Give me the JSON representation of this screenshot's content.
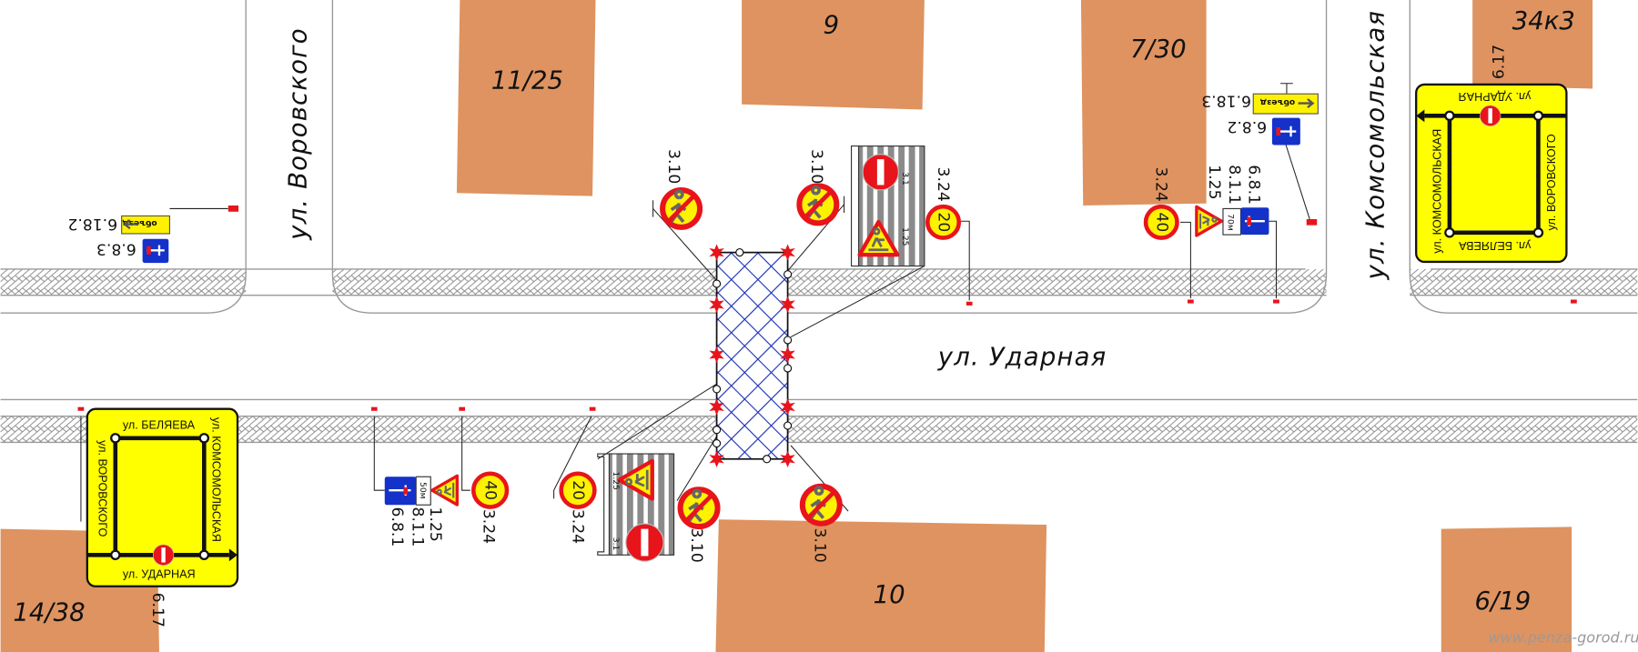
{
  "colors": {
    "building": "#DE9360",
    "work_zone": "#1B2FB5",
    "sign_red": "#E8141B",
    "sign_yellow": "#FFF200",
    "sign_blue": "#1431C9",
    "detour_yellow": "#FFFF00"
  },
  "streets": {
    "vorovskogo": "ул. Воровского",
    "komsomolskaya": "ул. Комсомольская",
    "udarnaya": "ул. Ударная"
  },
  "buildings": [
    "11/25",
    "9",
    "7/30",
    "34к3",
    "14/38",
    "10",
    "6/19"
  ],
  "signs": {
    "s310a": "3.10",
    "s310b": "3.10",
    "s310c": "3.10",
    "s310d": "3.10",
    "s324a": "3.24",
    "s324b": "3.24",
    "s324c": "3.24",
    "s324d": "3.24",
    "s125a": "1.25",
    "s125b": "1.25",
    "s811a": "8.1.1",
    "s811b": "8.1.1",
    "s681a": "6.8.1",
    "s681b": "6.8.1",
    "s682": "6.8.2",
    "s683": "6.8.3",
    "s6183": "6.18.3",
    "s6182": "6.18.2",
    "s617a": "6.17",
    "s617b": "6.17",
    "board_125a": "1.25",
    "board_31a": "3.1",
    "board_125b": "1.25",
    "board_31b": "3.1",
    "speed20a": "20",
    "speed20b": "20",
    "speed40a": "40",
    "speed40b": "40",
    "plate70": "70м",
    "plate50": "50м",
    "detour_word": "объезд"
  },
  "detour_scheme": {
    "top": "ул. БЕЛЯЕВА",
    "left": "ул. ВОРОВСКОГО",
    "right": "ул. КОМСОМОЛЬСКАЯ",
    "bottom": "ул. УДАРНАЯ"
  },
  "watermark": "www.penza-gorod.ru"
}
